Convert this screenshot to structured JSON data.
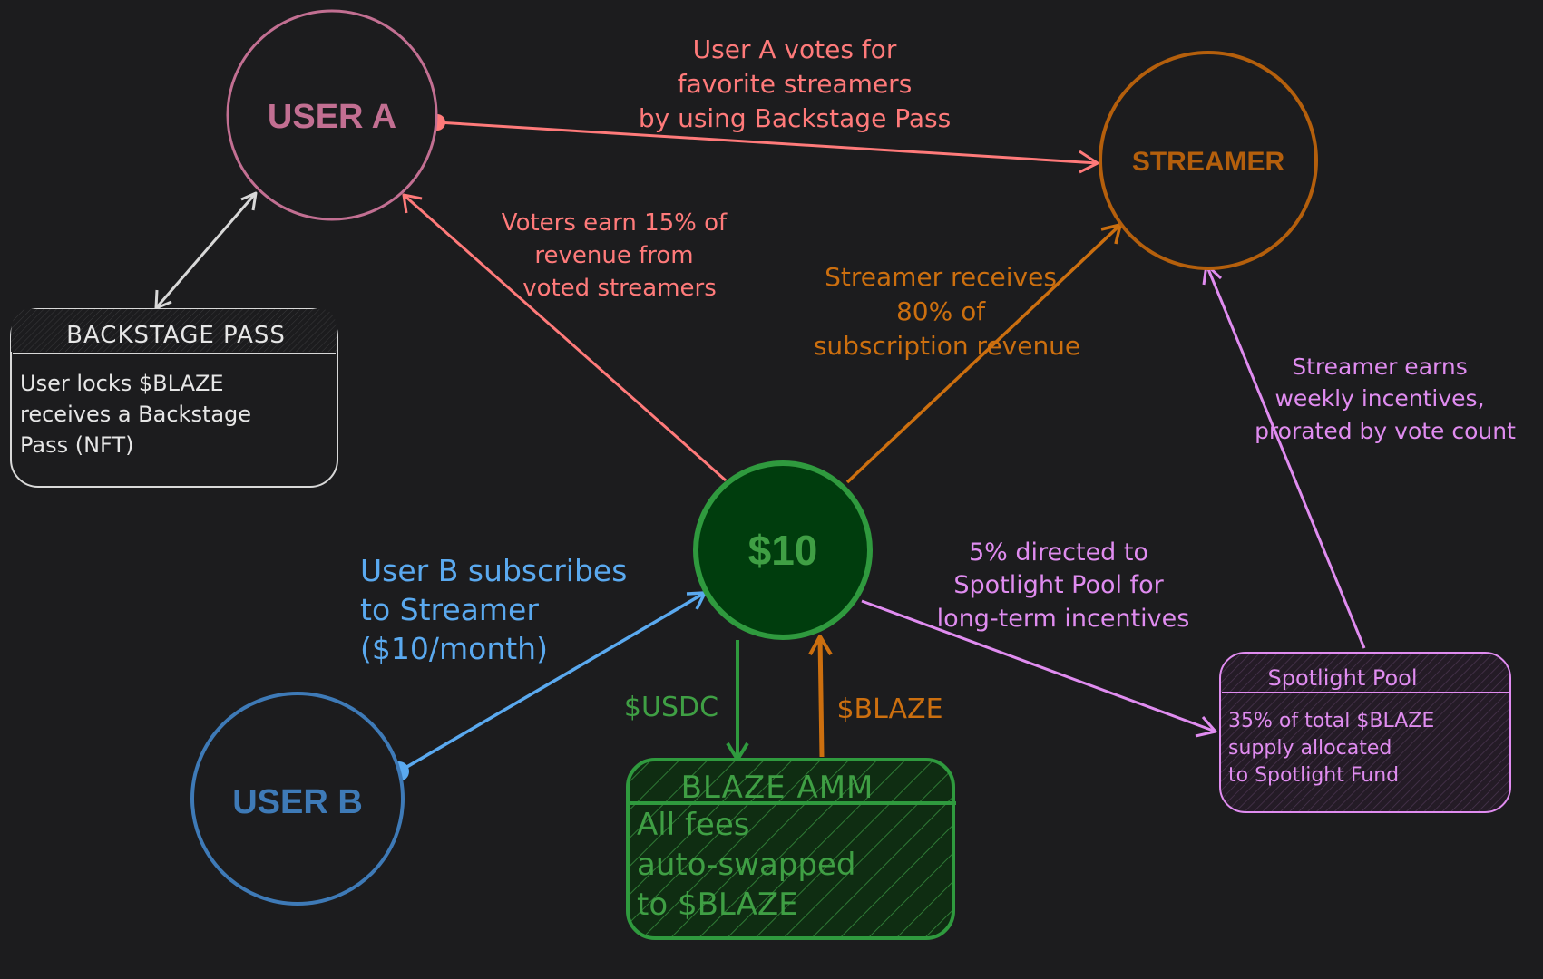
{
  "colors": {
    "background": "#1c1c1e",
    "user_a": "#c26f92",
    "streamer": "#b45f0c",
    "user_b": "#3e7ab7",
    "center": "#2f9a3e",
    "center_fill": "#003d0d",
    "red_text": "#ff7a7a",
    "orange_text": "#cc6f0f",
    "blue_text": "#5aa9ef",
    "purple": "#e08cf0",
    "white": "#e6e6e6",
    "green_text": "#3f9f44"
  },
  "nodes": {
    "user_a": "USER A",
    "streamer": "STREAMER",
    "user_b": "USER B",
    "center": "$10"
  },
  "backstage_pass": {
    "title": "BACKSTAGE PASS",
    "lines": [
      "User locks $BLAZE",
      "receives a Backstage",
      "Pass (NFT)"
    ]
  },
  "blaze_amm": {
    "title": "BLAZE AMM",
    "lines": [
      "All fees",
      "auto-swapped",
      "to $BLAZE"
    ]
  },
  "spotlight_pool": {
    "title": "Spotlight Pool",
    "lines": [
      "35% of total $BLAZE",
      "supply allocated",
      "to Spotlight Fund"
    ]
  },
  "labels": {
    "vote": [
      "User A votes for",
      "favorite streamers",
      "by using Backstage Pass"
    ],
    "voters_earn": [
      "Voters earn 15% of",
      "revenue from",
      "voted streamers"
    ],
    "streamer_receives": [
      "Streamer receives",
      "80% of",
      "subscription revenue"
    ],
    "streamer_earns": [
      "Streamer earns",
      "weekly incentives,",
      "prorated by vote count"
    ],
    "user_b_subscribes": [
      "User B subscribes",
      "to Streamer",
      "($10/month)"
    ],
    "five_percent": [
      "5% directed to",
      "Spotlight Pool for",
      "long-term incentives"
    ],
    "usdc": "$USDC",
    "blaze": "$BLAZE"
  }
}
